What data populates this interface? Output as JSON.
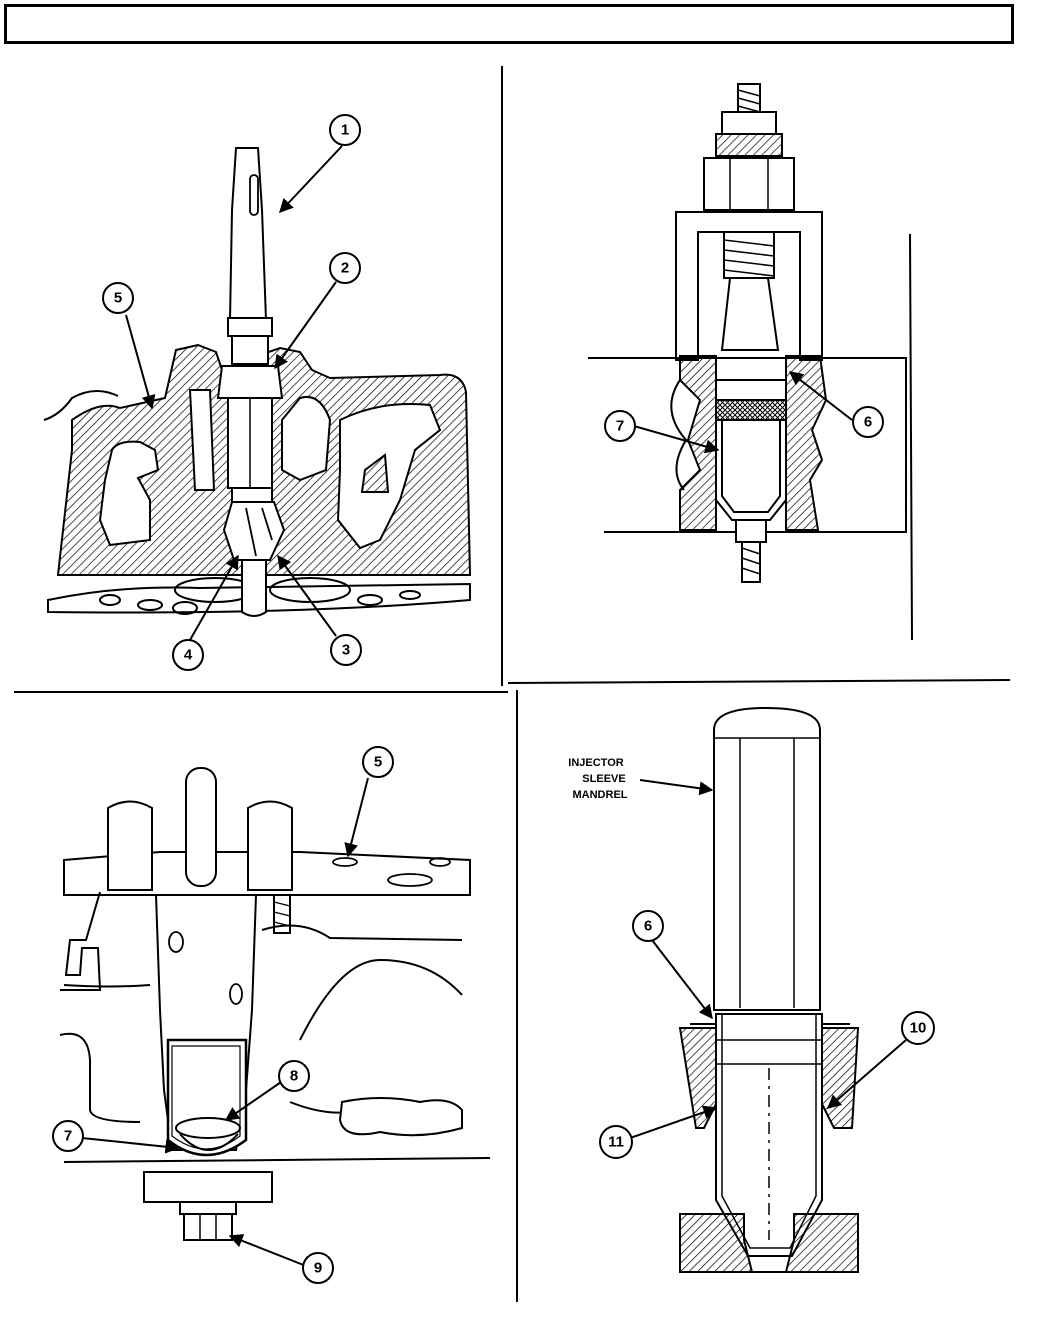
{
  "title_bar": {
    "text": ""
  },
  "callouts": {
    "c1": "1",
    "c2": "2",
    "c3": "3",
    "c4": "4",
    "c5a": "5",
    "c6a": "6",
    "c7a": "7",
    "c5b": "5",
    "c7b": "7",
    "c8": "8",
    "c9": "9",
    "c6b": "6",
    "c10": "10",
    "c11": "11"
  },
  "labels": {
    "mandrel_line1": "INJECTOR",
    "mandrel_line2": "SLEEVE",
    "mandrel_line3": "MANDREL"
  },
  "colors": {
    "ink": "#000000",
    "paper": "#ffffff"
  }
}
